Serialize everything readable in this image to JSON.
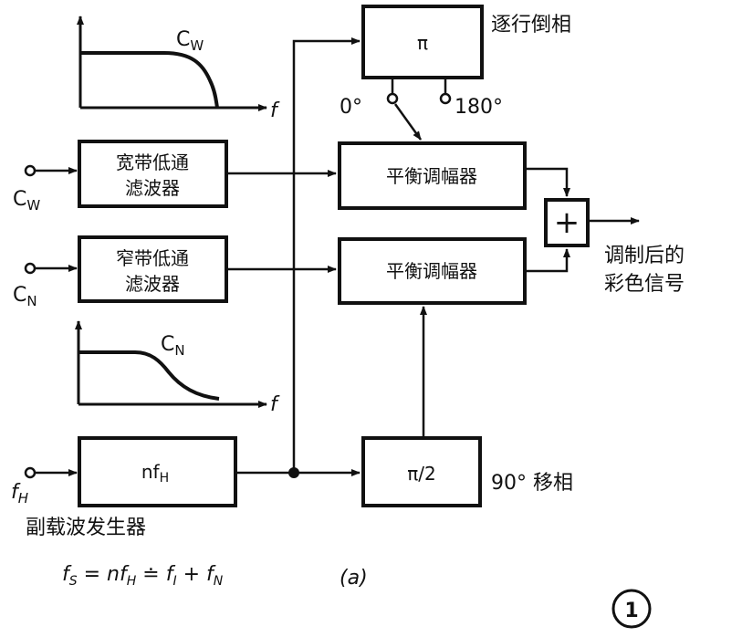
{
  "blocks": {
    "wide_lpf": {
      "line1": "宽带低通",
      "line2": "滤波器"
    },
    "narrow_lpf": {
      "line1": "窄带低通",
      "line2": "滤波器"
    },
    "osc": "nf",
    "osc_sub": "H",
    "pi": "π",
    "pi_half": "π/2",
    "bal_mod_1": "平衡调幅器",
    "bal_mod_2": "平衡调幅器",
    "adder": "+"
  },
  "labels": {
    "cw_in": "C",
    "cw_in_sub": "W",
    "cn_in": "C",
    "cn_in_sub": "N",
    "fh_in": "f",
    "fh_in_sub": "H",
    "line_invert": "逐行倒相",
    "deg0": "0°",
    "deg180": "180°",
    "shift90": "90° 移相",
    "output_line1": "调制后的",
    "output_line2": "彩色信号",
    "osc_caption": "副载波发生器",
    "formula": "f",
    "formula_sub1": "S",
    "formula_mid": " = nf",
    "formula_sub2": "H",
    "formula_end1": " ≐ f",
    "formula_sub3": "I",
    "formula_end2": " + f",
    "formula_sub4": "N",
    "panel": "(a)",
    "figure_no": "1"
  },
  "curves": {
    "cw": {
      "label": "C",
      "sub": "W",
      "axis": "f"
    },
    "cn": {
      "label": "C",
      "sub": "N",
      "axis": "f"
    }
  }
}
